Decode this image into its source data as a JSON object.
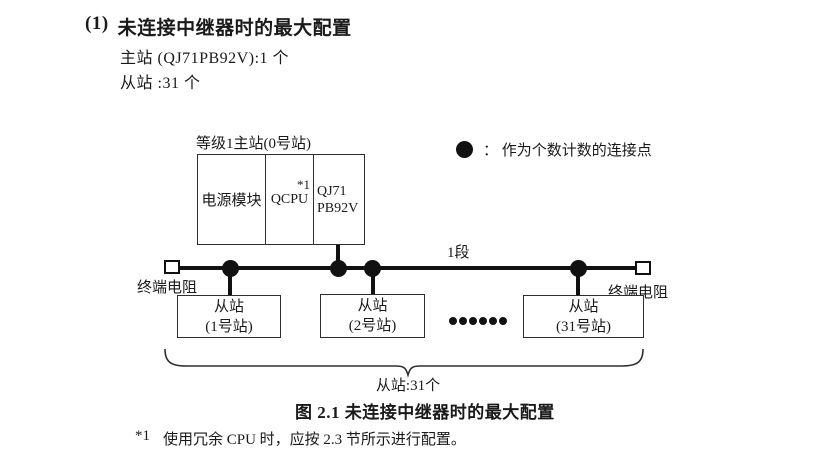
{
  "heading": {
    "number": "(1)",
    "title": "未连接中继器时的最大配置"
  },
  "summary": {
    "master": "主站 (QJ71PB92V):1 个",
    "slaves": "从站 :31 个"
  },
  "legend": {
    "label": "：  作为个数计数的连接点"
  },
  "diagram": {
    "master_station": {
      "label": "等级1主站(0号站)",
      "modules": [
        {
          "label": "电源模块"
        },
        {
          "label": "QCPU",
          "note": "*1"
        },
        {
          "label_line1": "QJ71",
          "label_line2": "PB92V"
        }
      ]
    },
    "segment_label": "1段",
    "terminator_left": "终端电阻",
    "terminator_right": "终端电阻",
    "slave_stations": [
      {
        "line1": "从站",
        "line2": "(1号站)"
      },
      {
        "line1": "从站",
        "line2": "(2号站)"
      },
      {
        "line1": "从站",
        "line2": "(31号站)"
      }
    ],
    "brace_label": "从站:31个"
  },
  "caption": "图 2.1 未连接中继器时的最大配置",
  "footnote": {
    "marker": "*1",
    "text": "使用冗余 CPU 时，应按 2.3 节所示进行配置。"
  }
}
